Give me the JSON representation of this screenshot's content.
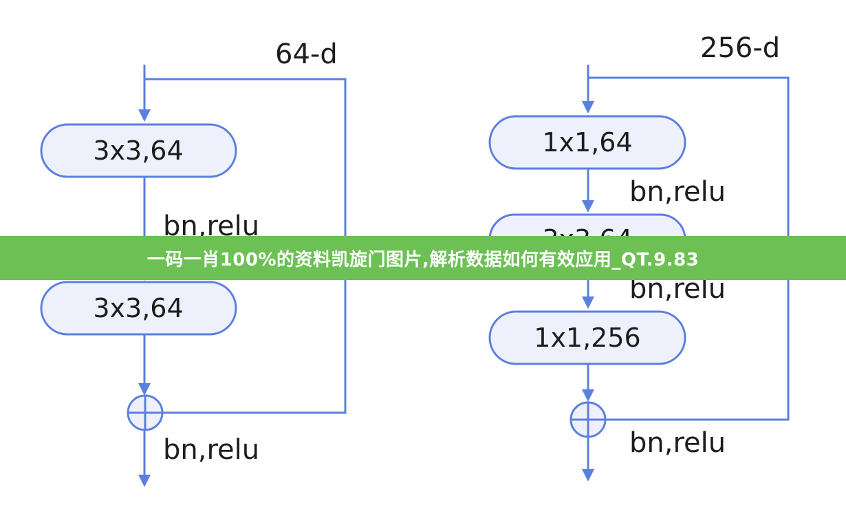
{
  "diagrams": [
    {
      "dimension_label": "64-d",
      "nodes": [
        "3x3,64",
        "3x3,64"
      ],
      "labels": [
        "bn,relu",
        "bn,relu"
      ]
    },
    {
      "dimension_label": "256-d",
      "nodes": [
        "1x1,64",
        "3x3,64",
        "1x1,256"
      ],
      "labels": [
        "bn,relu",
        "bn,relu",
        "bn,relu"
      ]
    }
  ],
  "banner": {
    "text": "一码一肖100%的资料凯旋门图片,解析数据如何有效应用_QT.9.83"
  },
  "colors": {
    "line": "#5b7fe0",
    "node_fill": "#eef1fb",
    "banner": "#6cc054"
  }
}
